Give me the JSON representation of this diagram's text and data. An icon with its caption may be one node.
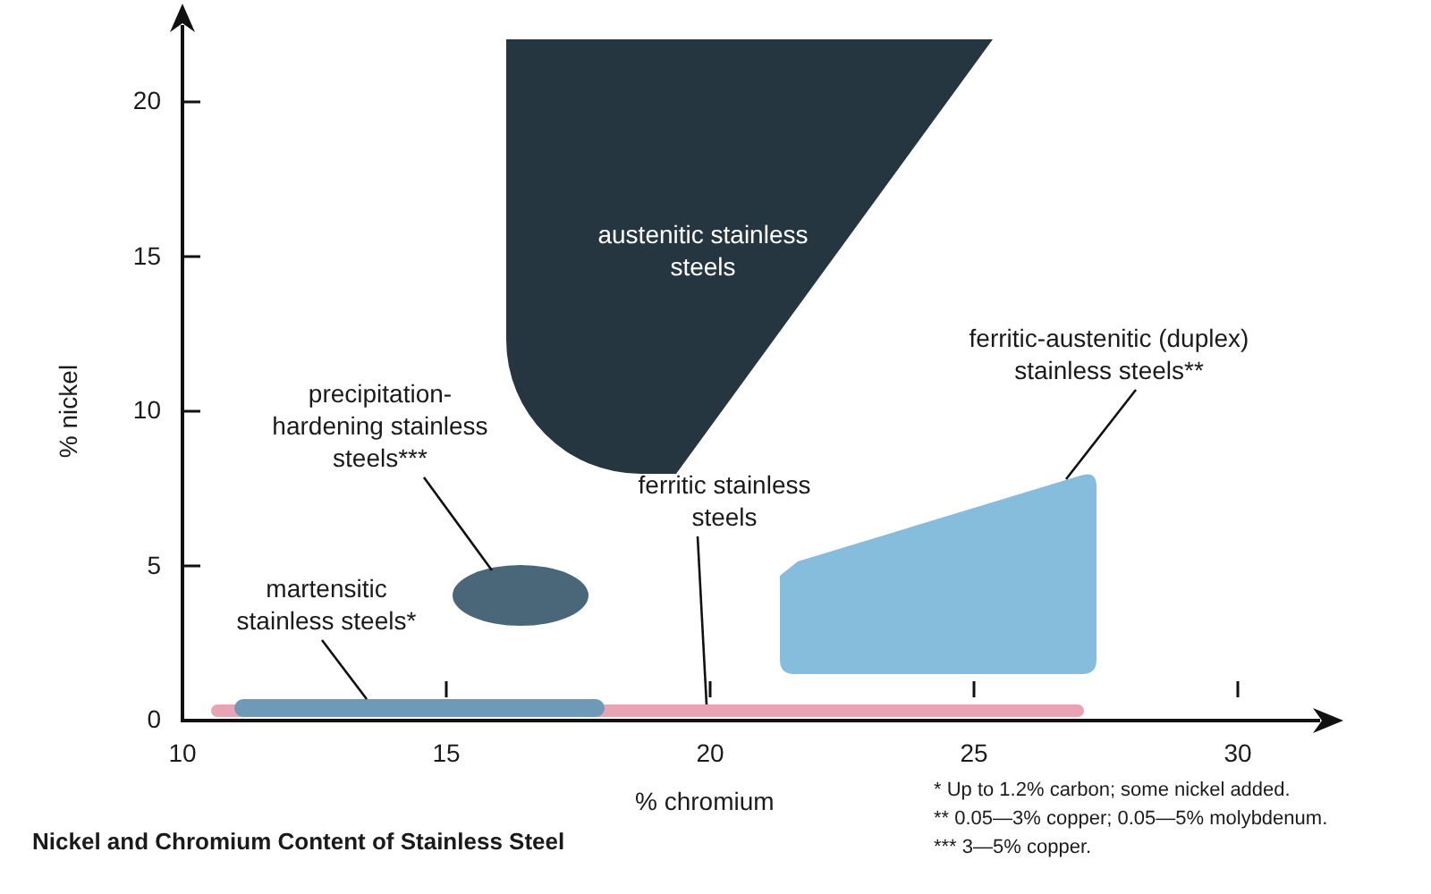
{
  "diagram": {
    "title": "Nickel and Chromium Content of Stainless Steel",
    "nodes": [
      {
        "text": [
          "austenitic stainless steels"
        ]
      },
      {
        "text": [
          "precipitation-hardening stainless steels***"
        ]
      },
      {
        "text": [],
        "shape": "ellipse"
      },
      {
        "text": [
          "ferritic stainless steels"
        ]
      },
      {
        "text": [],
        "shape": "bar"
      },
      {
        "text": [
          "martensitic stainless steels*"
        ]
      },
      {
        "text": [],
        "shape": "bar"
      },
      {
        "text": [
          "ferritic-austenitic (duplex) stainless steels**"
        ]
      },
      {
        "text": [],
        "shape": "box"
      }
    ],
    "edges": [
      {
        "from": 1,
        "to": 2,
        "arrow": "none"
      },
      {
        "from": 3,
        "to": 4,
        "arrow": "none"
      },
      {
        "from": 5,
        "to": 6,
        "arrow": "none"
      },
      {
        "from": 7,
        "to": 8,
        "arrow": "none"
      }
    ],
    "labels": [
      "20",
      "15",
      "10",
      "5",
      "0",
      "% nickel",
      "10",
      "15",
      "20",
      "25",
      "30",
      "% chromium",
      "* Up to 1.2% carbon; some nickel added.",
      "** 0.05—3% copper; 0.05—5% molybdenum.",
      "*** 3—5% copper."
    ]
  }
}
